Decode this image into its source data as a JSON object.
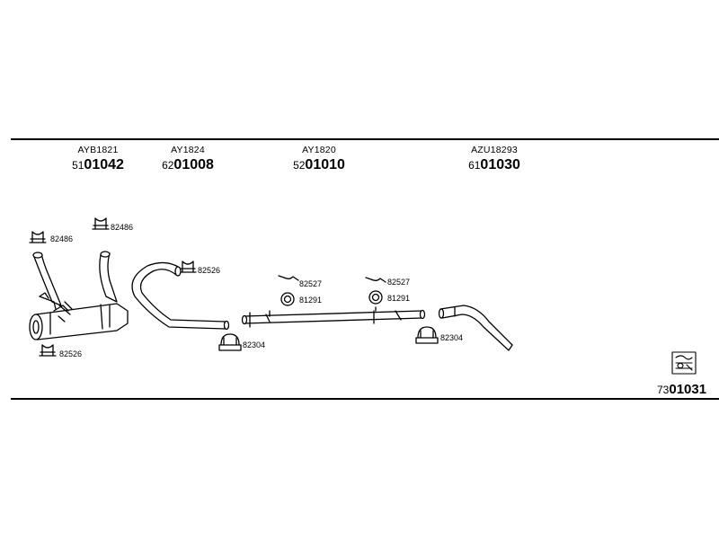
{
  "header_parts": [
    {
      "ref": "AYB1821",
      "prefix": "51",
      "code": "01042"
    },
    {
      "ref": "AY1824",
      "prefix": "62",
      "code": "01008"
    },
    {
      "ref": "AY1820",
      "prefix": "52",
      "code": "01010"
    },
    {
      "ref": "AZU18293",
      "prefix": "61",
      "code": "01030"
    }
  ],
  "labels": {
    "clamp_left_top": "82486",
    "clamp_mid_top": "82486",
    "clamp_bend_pipe": "82526",
    "clamp_muffler_bottom": "82526",
    "hanger_left": "82527",
    "ring_left": "81291",
    "hanger_right": "82527",
    "ring_right": "81291",
    "uclamp_left": "82304",
    "uclamp_right": "82304"
  },
  "footer": {
    "prefix": "73",
    "code": "01031"
  },
  "icons": {
    "kit": "kit-box-icon"
  },
  "colors": {
    "line": "#000000",
    "background": "#ffffff"
  }
}
